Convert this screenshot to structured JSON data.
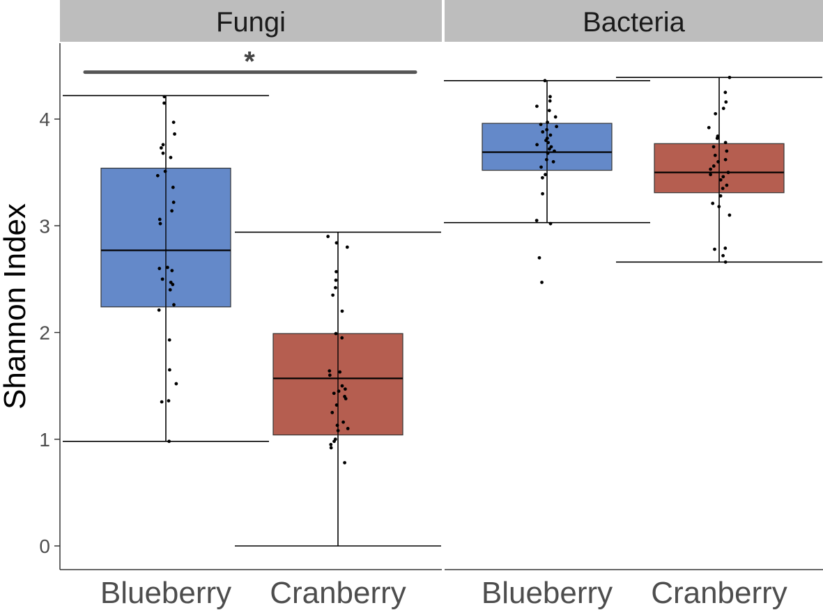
{
  "chart_data": {
    "type": "boxplot",
    "ylabel": "Shannon Index",
    "xlabel": "",
    "ylim": [
      0,
      4.5
    ],
    "yticks": [
      0,
      1,
      2,
      3,
      4
    ],
    "grid": false,
    "colors": {
      "Blueberry": "#6489c9",
      "Cranberry": "#b55e50"
    },
    "panels": [
      {
        "facet": "Fungi",
        "significance": "*",
        "significance_line": [
          4.44,
          4.44
        ],
        "groups": [
          {
            "category": "Blueberry",
            "whisker_low": 0.98,
            "q1": 2.24,
            "median": 2.77,
            "q3": 3.54,
            "whisker_high": 4.22,
            "points": [
              0.98,
              1.35,
              1.36,
              1.52,
              1.65,
              1.93,
              2.21,
              2.26,
              2.4,
              2.45,
              2.47,
              2.5,
              2.58,
              2.6,
              2.61,
              3.02,
              3.06,
              3.14,
              3.22,
              3.36,
              3.47,
              3.51,
              3.64,
              3.68,
              3.73,
              3.76,
              3.86,
              3.97,
              4.15,
              4.21
            ]
          },
          {
            "category": "Cranberry",
            "whisker_low": 0.0,
            "q1": 1.04,
            "median": 1.57,
            "q3": 1.99,
            "whisker_high": 2.94,
            "points": [
              0.78,
              0.92,
              0.95,
              0.98,
              1.0,
              1.08,
              1.1,
              1.13,
              1.16,
              1.25,
              1.32,
              1.38,
              1.4,
              1.43,
              1.45,
              1.47,
              1.5,
              1.6,
              1.63,
              1.64,
              1.95,
              1.99,
              2.2,
              2.35,
              2.42,
              2.49,
              2.57,
              2.8,
              2.84,
              2.9
            ]
          }
        ]
      },
      {
        "facet": "Bacteria",
        "significance": "",
        "groups": [
          {
            "category": "Blueberry",
            "whisker_low": 3.03,
            "q1": 3.52,
            "median": 3.69,
            "q3": 3.96,
            "whisker_high": 4.36,
            "points": [
              2.47,
              2.7,
              3.02,
              3.05,
              3.3,
              3.45,
              3.48,
              3.55,
              3.6,
              3.62,
              3.68,
              3.7,
              3.72,
              3.74,
              3.76,
              3.78,
              3.8,
              3.82,
              3.85,
              3.88,
              3.9,
              3.93,
              3.95,
              3.97,
              4.02,
              4.08,
              4.12,
              4.17,
              4.21,
              4.36
            ]
          },
          {
            "category": "Cranberry",
            "whisker_low": 2.66,
            "q1": 3.31,
            "median": 3.5,
            "q3": 3.77,
            "whisker_high": 4.39,
            "points": [
              2.66,
              2.72,
              2.78,
              2.79,
              3.1,
              3.18,
              3.21,
              3.28,
              3.35,
              3.38,
              3.43,
              3.46,
              3.48,
              3.5,
              3.53,
              3.56,
              3.6,
              3.62,
              3.66,
              3.7,
              3.74,
              3.78,
              3.82,
              3.84,
              3.92,
              4.05,
              4.1,
              4.16,
              4.25,
              4.39
            ]
          }
        ]
      }
    ]
  }
}
